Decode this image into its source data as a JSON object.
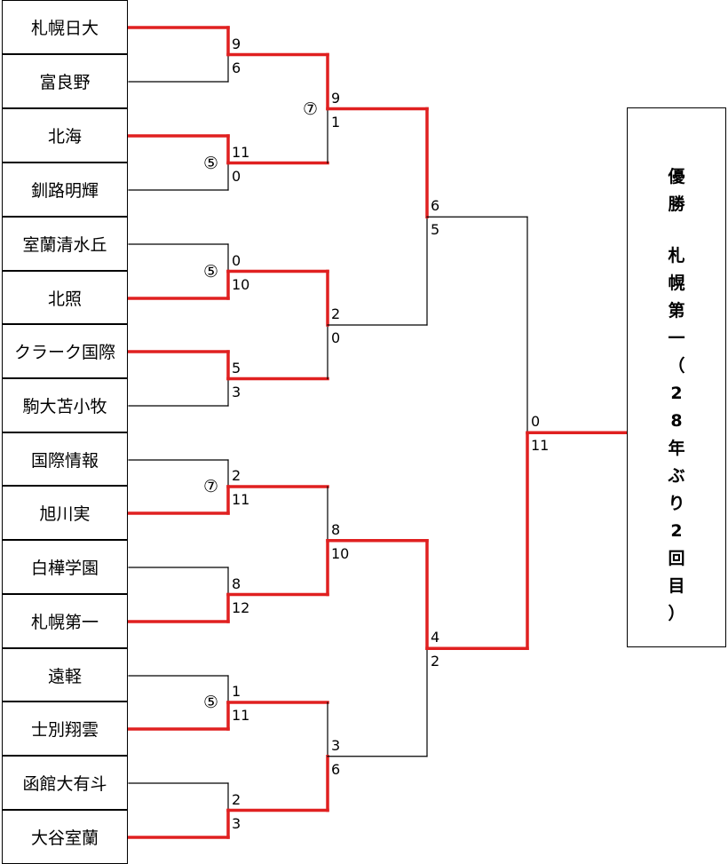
{
  "teams": [
    "札幌日大",
    "富良野",
    "北海",
    "釧路明輝",
    "室蘭清水丘",
    "北照",
    "クラーク国際",
    "駒大苫小牧",
    "国際情報",
    "旭川実",
    "白樺学園",
    "札幌第一",
    "遠軽",
    "士別翔雲",
    "函館大有斗",
    "大谷室蘭"
  ],
  "round1": [
    {
      "scores": [
        "9",
        "6"
      ],
      "winner": 0,
      "inning": ""
    },
    {
      "scores": [
        "11",
        "0"
      ],
      "winner": 0,
      "inning": "⑤"
    },
    {
      "scores": [
        "0",
        "10"
      ],
      "winner": 1,
      "inning": "⑤"
    },
    {
      "scores": [
        "5",
        "3"
      ],
      "winner": 0,
      "inning": ""
    },
    {
      "scores": [
        "2",
        "11"
      ],
      "winner": 1,
      "inning": "⑦"
    },
    {
      "scores": [
        "8",
        "12"
      ],
      "winner": 1,
      "inning": ""
    },
    {
      "scores": [
        "1",
        "11"
      ],
      "winner": 1,
      "inning": "⑤"
    },
    {
      "scores": [
        "2",
        "3"
      ],
      "winner": 1,
      "inning": ""
    }
  ],
  "round2": [
    {
      "scores": [
        "9",
        "1"
      ],
      "winner": 0,
      "inning": "⑦"
    },
    {
      "scores": [
        "2",
        "0"
      ],
      "winner": 0,
      "inning": ""
    },
    {
      "scores": [
        "8",
        "10"
      ],
      "winner": 1,
      "inning": ""
    },
    {
      "scores": [
        "3",
        "6"
      ],
      "winner": 1,
      "inning": ""
    }
  ],
  "semifinal": [
    {
      "scores": [
        "6",
        "5"
      ],
      "winner": 0,
      "inning": ""
    },
    {
      "scores": [
        "4",
        "2"
      ],
      "winner": 0,
      "inning": ""
    }
  ],
  "final": {
    "scores": [
      "0",
      "11"
    ],
    "winner": 1,
    "inning": ""
  },
  "champion": {
    "chars": [
      "優",
      "勝",
      "",
      "札",
      "幌",
      "第",
      "一",
      "（",
      "2",
      "8",
      "年",
      "ぶ",
      "り",
      "2",
      "回",
      "目",
      "）"
    ]
  },
  "colors": {
    "win": "#e02020",
    "line": "#000000"
  }
}
